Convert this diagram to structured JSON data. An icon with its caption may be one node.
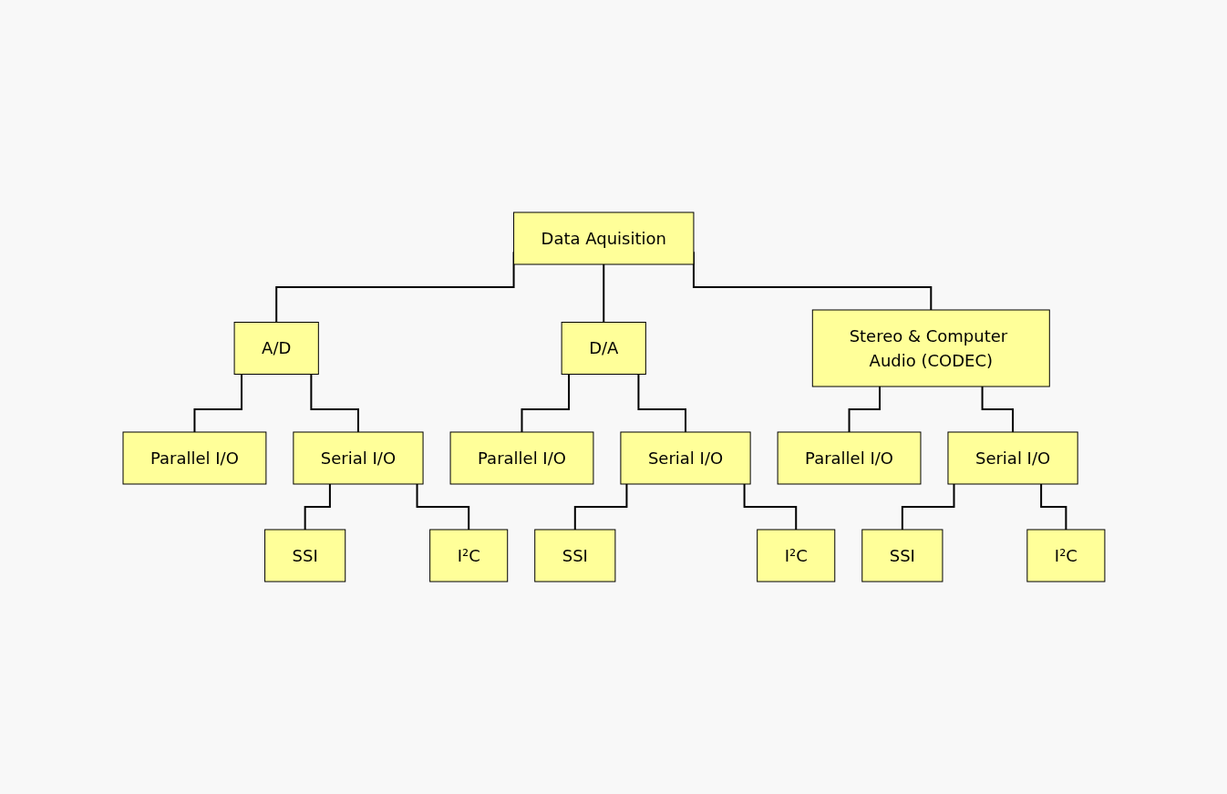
{
  "diagram": {
    "nodes": [
      {
        "text": [
          "Data Aquisition"
        ]
      },
      {
        "text": [
          "A/D"
        ]
      },
      {
        "text": [
          "Parallel I/O"
        ]
      },
      {
        "text": [
          "Serial I/O"
        ]
      },
      {
        "text": [
          "SSI"
        ]
      },
      {
        "text": [
          "I²C"
        ]
      },
      {
        "text": [
          "D/A"
        ]
      },
      {
        "text": [
          "Parallel I/O"
        ]
      },
      {
        "text": [
          "Serial I/O"
        ]
      },
      {
        "text": [
          "SSI"
        ]
      },
      {
        "text": [
          "I²C"
        ]
      },
      {
        "text": [
          "Stereo & Computer Audio (CODEC)"
        ]
      },
      {
        "text": [
          "Parallel I/O"
        ]
      },
      {
        "text": [
          "Serial I/O"
        ]
      },
      {
        "text": [
          "SSI"
        ]
      },
      {
        "text": [
          "I²C"
        ]
      }
    ],
    "edges": [
      {
        "from": 0,
        "to": 1,
        "arrow": "none"
      },
      {
        "from": 0,
        "to": 6,
        "arrow": "none"
      },
      {
        "from": 0,
        "to": 11,
        "arrow": "none"
      },
      {
        "from": 1,
        "to": 2,
        "arrow": "none"
      },
      {
        "from": 1,
        "to": 3,
        "arrow": "none"
      },
      {
        "from": 3,
        "to": 4,
        "arrow": "none"
      },
      {
        "from": 3,
        "to": 5,
        "arrow": "none"
      },
      {
        "from": 6,
        "to": 7,
        "arrow": "none"
      },
      {
        "from": 6,
        "to": 8,
        "arrow": "none"
      },
      {
        "from": 8,
        "to": 9,
        "arrow": "none"
      },
      {
        "from": 8,
        "to": 10,
        "arrow": "none"
      },
      {
        "from": 11,
        "to": 12,
        "arrow": "none"
      },
      {
        "from": 11,
        "to": 13,
        "arrow": "none"
      },
      {
        "from": 13,
        "to": 14,
        "arrow": "none"
      },
      {
        "from": 13,
        "to": 15,
        "arrow": "none"
      }
    ]
  }
}
